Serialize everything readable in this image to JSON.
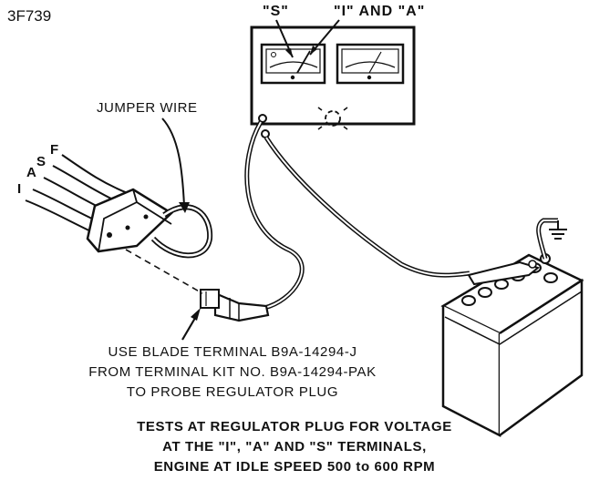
{
  "figure_id": "3F739",
  "labels": {
    "s_terminal": "\"S\"",
    "i_and_a": "\"I\" AND \"A\"",
    "jumper_wire": "JUMPER WIRE",
    "wire_f": "F",
    "wire_s": "S",
    "wire_a": "A",
    "wire_i": "I"
  },
  "note": {
    "line1": "USE BLADE TERMINAL B9A-14294-J",
    "line2": "FROM TERMINAL KIT NO. B9A-14294-PAK",
    "line3": "TO PROBE REGULATOR PLUG"
  },
  "caption": {
    "line1": "TESTS AT REGULATOR PLUG FOR VOLTAGE",
    "line2": "AT THE \"I\", \"A\" AND \"S\" TERMINALS,",
    "line3": "ENGINE AT IDLE SPEED 500 to 600 RPM"
  }
}
